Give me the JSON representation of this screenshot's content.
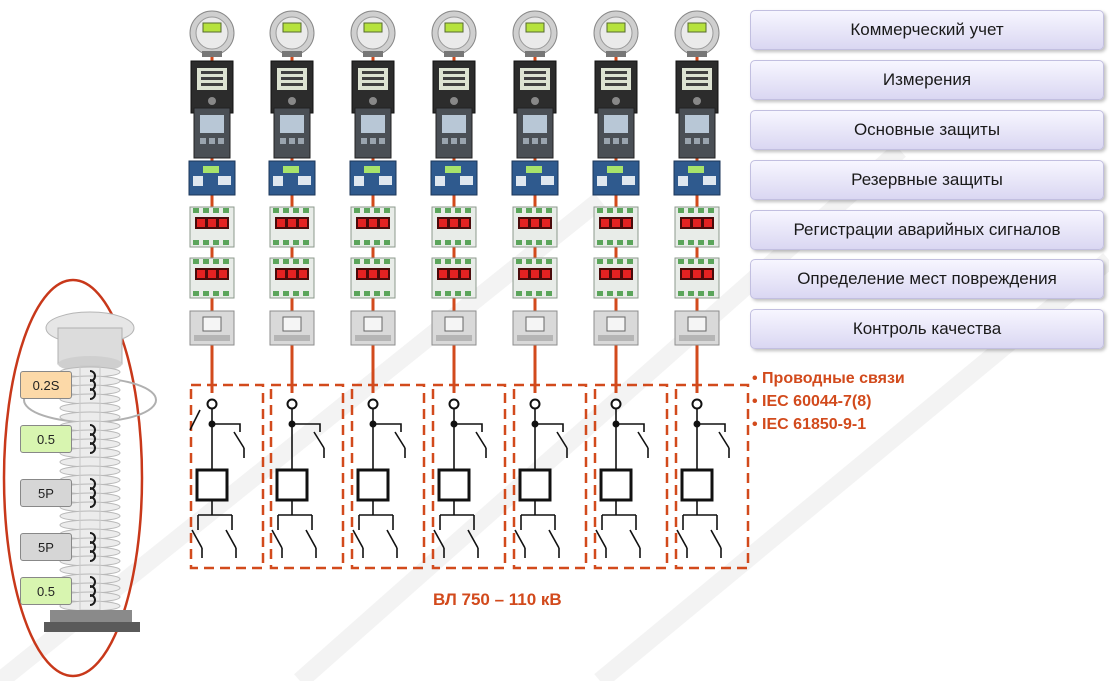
{
  "categories": [
    "Коммерческий учет",
    "Измерения",
    "Основные защиты",
    "Резервные защиты",
    "Регистрации аварийных сигналов",
    "Определение мест повреждения",
    "Контроль качества"
  ],
  "bullets": [
    "• Проводные связи",
    "• IEC 60044-7(8)",
    "• IEC 61850-9-1"
  ],
  "line_label": "ВЛ 750 – 110 кВ",
  "transformer_windings": [
    {
      "label": "0.2S",
      "color": "#fcd9a8"
    },
    {
      "label": "0.5",
      "color": "#d8f5b0"
    },
    {
      "label": "5P",
      "color": "#d6d6d6"
    },
    {
      "label": "5P",
      "color": "#d6d6d6"
    },
    {
      "label": "0.5",
      "color": "#d8f5b0"
    }
  ],
  "colors": {
    "accent": "#d24a1c",
    "panel_fill": "#e4e2f7"
  },
  "bay_count": 7,
  "device_rows": [
    "meter",
    "measurement-unit",
    "main-protection-relay",
    "backup-protection-relay",
    "fault-recorder",
    "fault-locator",
    "power-quality-analyzer"
  ]
}
